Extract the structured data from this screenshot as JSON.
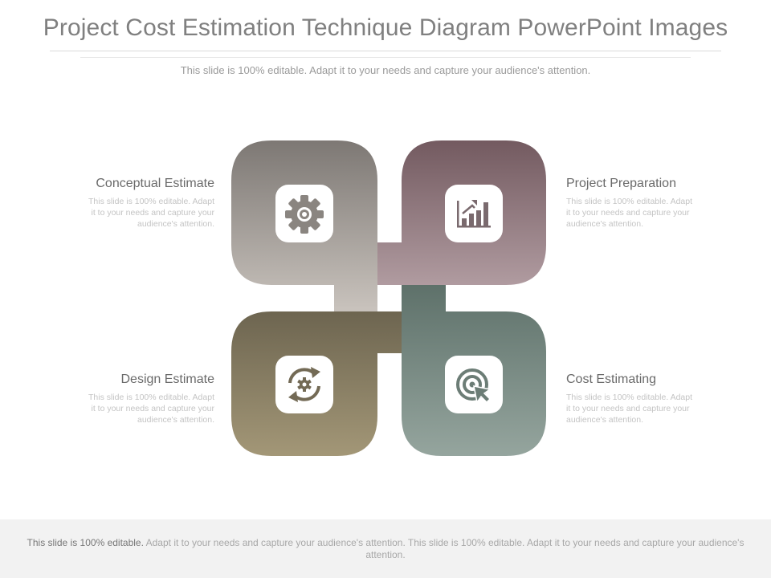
{
  "header": {
    "title": "Project Cost Estimation Technique Diagram PowerPoint Images",
    "subtitle": "This slide is 100% editable. Adapt it to your needs and capture your audience's attention."
  },
  "sections": [
    {
      "title": "Conceptual Estimate",
      "description": "This slide is 100% editable. Adapt it to your needs and capture your audience's attention.",
      "icon": "gear-icon",
      "color": "#8f8a85"
    },
    {
      "title": "Project Preparation",
      "description": "This slide is 100% editable. Adapt it to your needs and capture your audience's attention.",
      "icon": "bar-chart-growth-icon",
      "color": "#86686d"
    },
    {
      "title": "Design Estimate",
      "description": "This slide is 100% editable. Adapt it to your needs and capture your audience's attention.",
      "icon": "refresh-gear-icon",
      "color": "#7e7459"
    },
    {
      "title": "Cost Estimating",
      "description": "This slide is 100% editable. Adapt it to your needs and capture your audience's attention.",
      "icon": "target-cursor-icon",
      "color": "#708279"
    }
  ],
  "footer": {
    "lead": "This slide is 100% editable.",
    "text": " Adapt it to your needs and capture your audience's attention. This slide is 100% editable. Adapt it to your needs and capture your audience's attention."
  }
}
